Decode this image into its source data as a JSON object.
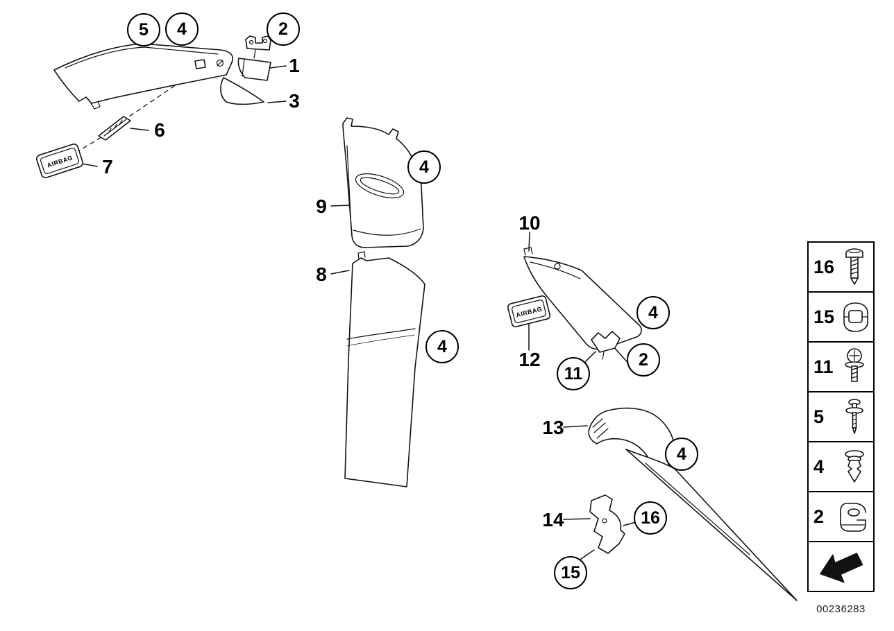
{
  "document": {
    "number": "00236283",
    "airbag_label": "AIRBAG"
  },
  "callouts": {
    "circled": [
      {
        "label": "5"
      },
      {
        "label": "4"
      },
      {
        "label": "2"
      },
      {
        "label": "4"
      },
      {
        "label": "4"
      },
      {
        "label": "4"
      },
      {
        "label": "2"
      },
      {
        "label": "11"
      },
      {
        "label": "4"
      },
      {
        "label": "16"
      },
      {
        "label": "15"
      }
    ],
    "plain": [
      {
        "label": "1"
      },
      {
        "label": "3"
      },
      {
        "label": "6"
      },
      {
        "label": "7"
      },
      {
        "label": "9"
      },
      {
        "label": "8"
      },
      {
        "label": "10"
      },
      {
        "label": "12"
      },
      {
        "label": "13"
      },
      {
        "label": "14"
      }
    ]
  },
  "legend": {
    "items": [
      {
        "label": "16",
        "icon": "flange-screw"
      },
      {
        "label": "15",
        "icon": "cage-clip"
      },
      {
        "label": "11",
        "icon": "pan-head-screw"
      },
      {
        "label": "5",
        "icon": "washer-screw"
      },
      {
        "label": "4",
        "icon": "expansion-rivet"
      },
      {
        "label": "2",
        "icon": "clamp-nut"
      },
      {
        "label": "",
        "icon": "direction-arrow"
      }
    ]
  }
}
